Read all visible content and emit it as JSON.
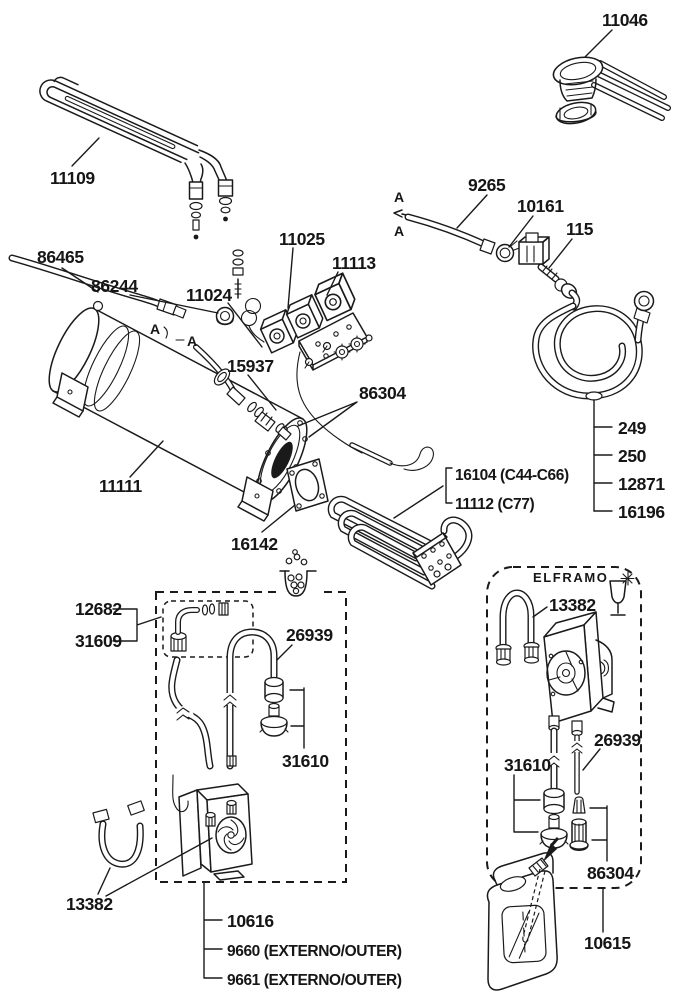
{
  "palette": {
    "ink": "#1a1a1a",
    "paper": "#ffffff"
  },
  "connector_marker": "A",
  "parts": {
    "flat_heating_element": "11109",
    "heating_element_screw_plug": "11046",
    "inlet_hose": "9265",
    "hose_clamp": "10161",
    "solenoid_valve": "115",
    "supply_hose": "86465",
    "lock_nut": "86244",
    "thermostat_left": "11024",
    "thermostat_middle": "11025",
    "thermostat_right": "11113",
    "small_clamp": "15937",
    "fitting": "86304",
    "boiler_tank": "11111",
    "flange_gasket": "16142",
    "immersion_element_a": "16104 (C44-C66)",
    "immersion_element_b": "11112 (C77)"
  },
  "fill_hose_stack": [
    "249",
    "250",
    "12871",
    "16196"
  ],
  "detergent_pump_box": {
    "elbow_fitting": "12682",
    "elbow_seal_kit": "31609",
    "suction_tube": "26939",
    "foot_valve": "31610",
    "u_hose": "13382",
    "stack": [
      "10616",
      "9660 (EXTERNO/OUTER)",
      "9661 (EXTERNO/OUTER)"
    ]
  },
  "elframo_box": {
    "brand": "ELFRAMO",
    "u_hose": "13382",
    "suction_tube": "26939",
    "foot_valve": "31610",
    "canister_fitting": "86304",
    "kit": "10615"
  }
}
